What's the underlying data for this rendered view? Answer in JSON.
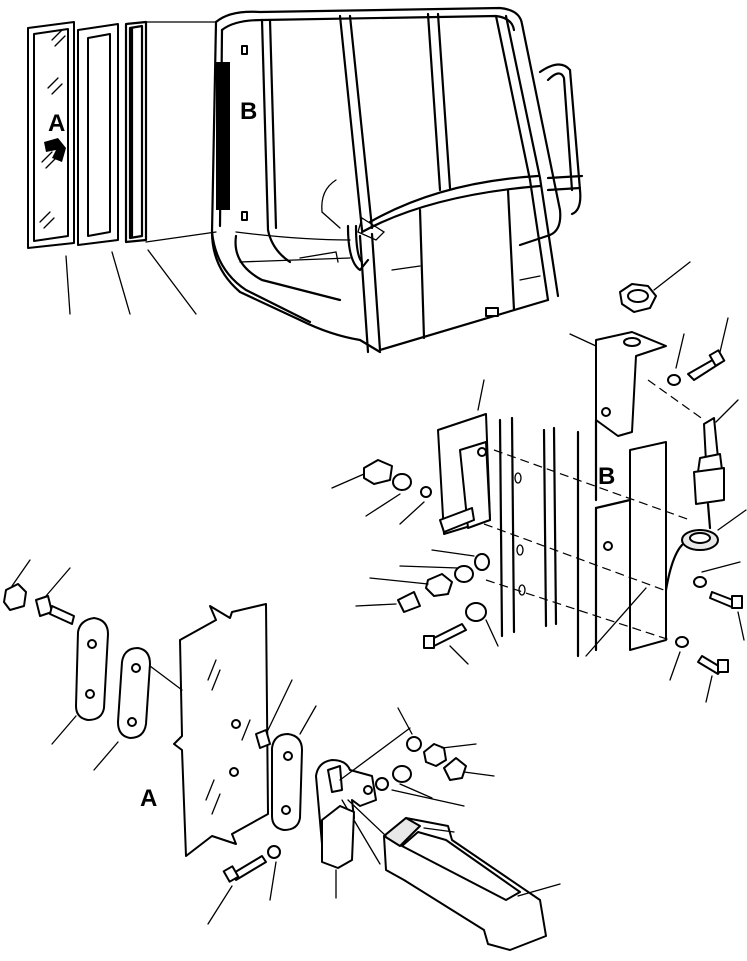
{
  "labels": {
    "callout_a_top": "A",
    "callout_b_top": "B",
    "callout_b_detail": "B",
    "callout_a_detail": "A"
  }
}
